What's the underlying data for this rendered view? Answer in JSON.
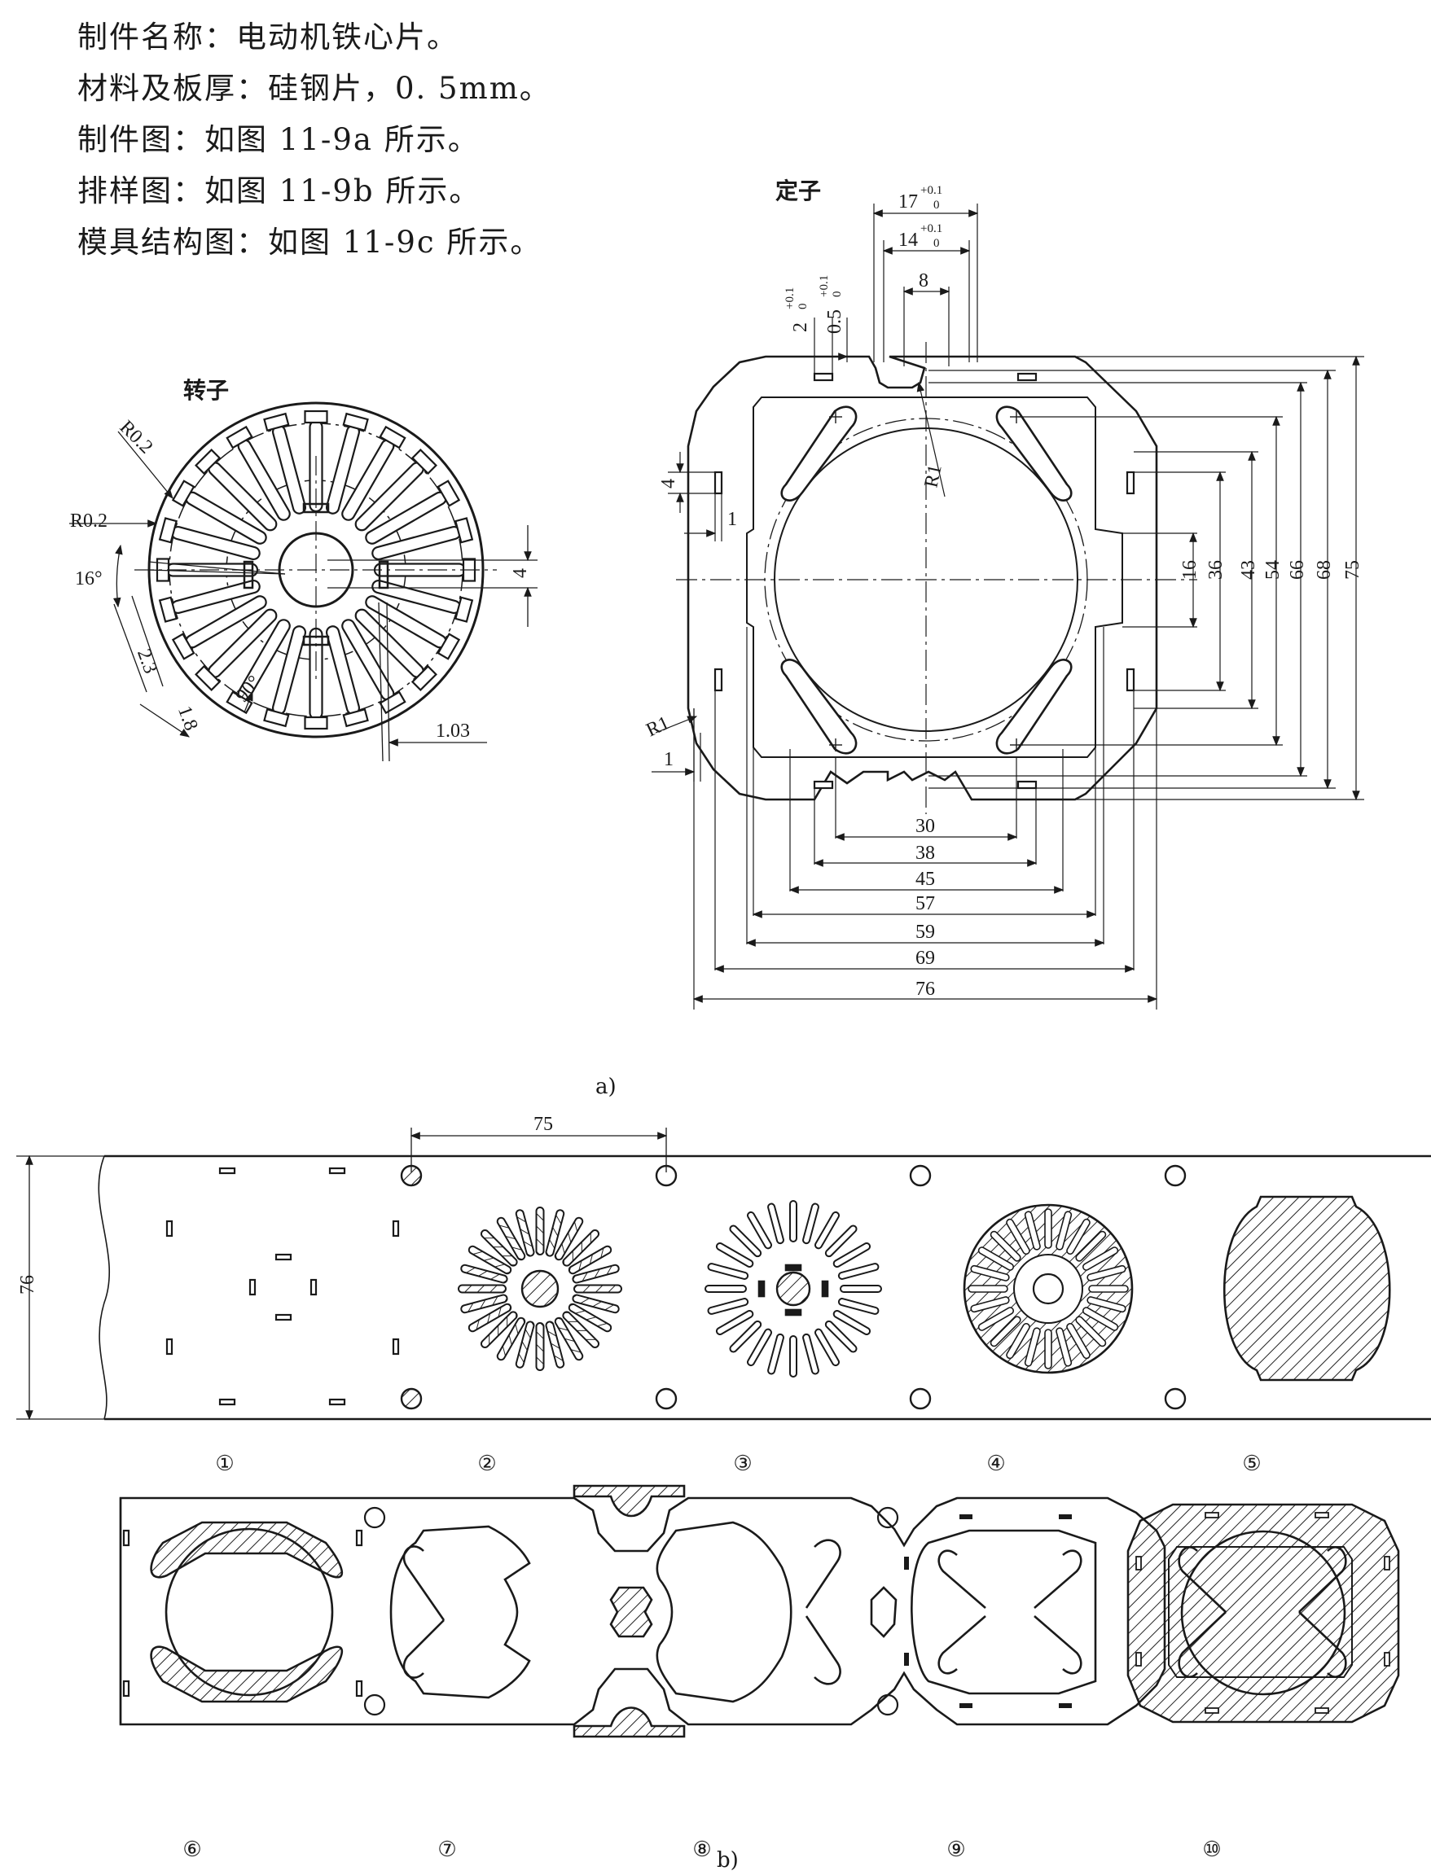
{
  "info": [
    "制件名称：电动机铁心片。",
    "材料及板厚：硅钢片，0. 5mm。",
    "制件图：如图 11-9a 所示。",
    "排样图：如图 11-9b 所示。",
    "模具结构图：如图 11-9c 所示。"
  ],
  "rotor": {
    "title": "转子",
    "dims": {
      "r_outer": "R0.2",
      "r_inner": "R0.2",
      "angle16": "16°",
      "d23": "2.3",
      "d18": "1.8",
      "a90": "90°",
      "d103": "1.03",
      "d4": "4"
    }
  },
  "stator": {
    "title": "定子",
    "top": {
      "w17": "17",
      "w17_tol_up": "+0.1",
      "w17_tol_lo": "0",
      "w14": "14",
      "w14_tol_up": "+0.1",
      "w14_tol_lo": "0",
      "w8": "8",
      "v2": "2",
      "v2_tol_up": "+0.1",
      "v2_tol_lo": "0",
      "v05": "0.5",
      "v05_tol_up": "+0.1",
      "v05_tol_lo": "0"
    },
    "r1a": "R1",
    "r1b": "R1",
    "left": {
      "d4": "4",
      "d1": "1",
      "d1b": "1"
    },
    "vertical": [
      "16",
      "36",
      "43",
      "54",
      "66",
      "68",
      "75"
    ],
    "horizontal": [
      "30",
      "38",
      "45",
      "57",
      "59",
      "69",
      "76"
    ]
  },
  "caption_a": "a)",
  "caption_b": "b)",
  "strip": {
    "pitch": "75",
    "width": "76"
  },
  "stations_top": [
    "①",
    "②",
    "③",
    "④",
    "⑤"
  ],
  "stations_bottom": [
    "⑥",
    "⑦",
    "⑧",
    "⑨",
    "⑩"
  ]
}
